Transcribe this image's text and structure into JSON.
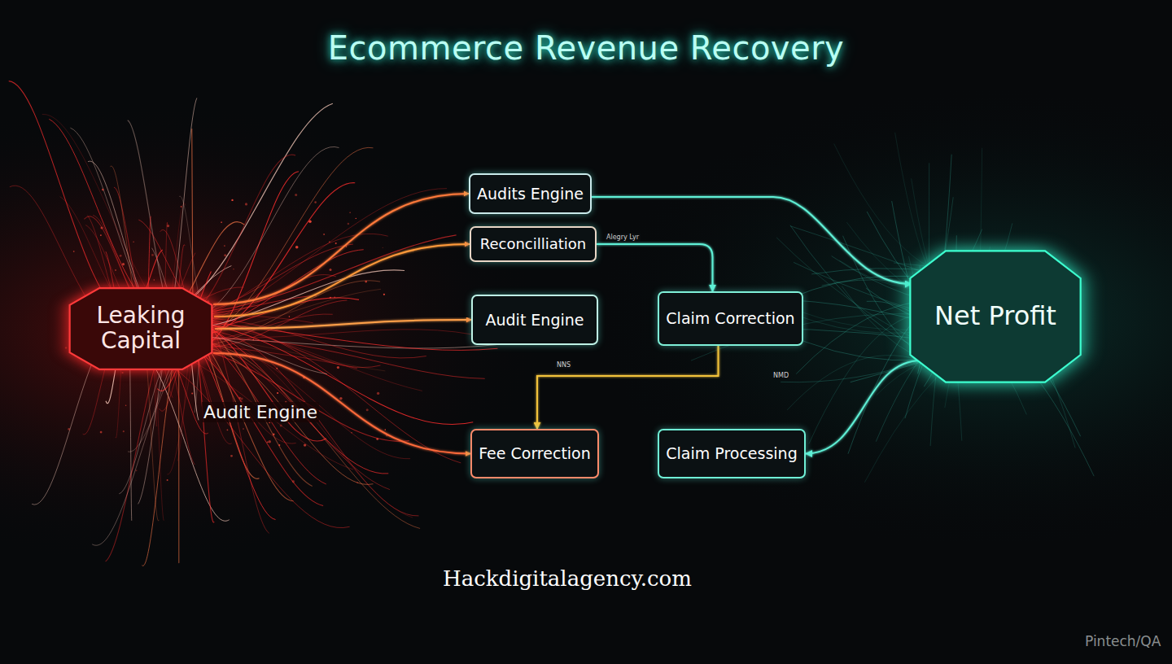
{
  "diagram": {
    "title": "Ecommerce Revenue Recovery",
    "nodes": [
      {
        "text": [
          "Leaking Capital"
        ]
      },
      {
        "text": [
          "Audits Engine"
        ]
      },
      {
        "text": [
          "Reconcilliation"
        ]
      },
      {
        "text": [
          "Audit Engine"
        ]
      },
      {
        "text": [
          "Claim Correction"
        ]
      },
      {
        "text": [
          "Fee Correction"
        ]
      },
      {
        "text": [
          "Claim Processing"
        ]
      },
      {
        "text": [
          "Net Profit"
        ]
      }
    ],
    "edges": [
      {
        "from": 0,
        "to": 1,
        "arrow": "to"
      },
      {
        "from": 0,
        "to": 2,
        "arrow": "to"
      },
      {
        "from": 0,
        "to": 3,
        "arrow": "to"
      },
      {
        "from": 0,
        "to": 5,
        "arrow": "to"
      },
      {
        "from": 1,
        "to": 7,
        "arrow": "to"
      },
      {
        "from": 2,
        "to": 3,
        "arrow": "both"
      },
      {
        "from": 2,
        "to": 4,
        "arrow": "to"
      },
      {
        "from": 3,
        "to": 4,
        "arrow": "both"
      },
      {
        "from": 4,
        "to": 7,
        "arrow": "to"
      },
      {
        "from": 4,
        "to": 5,
        "arrow": "to"
      },
      {
        "from": 5,
        "to": 6,
        "arrow": "both"
      },
      {
        "from": 7,
        "to": 6,
        "arrow": "to"
      }
    ],
    "labels": [
      "Audit Engine",
      "Alegry Lyr",
      "NNS",
      "NMD",
      "Hackdigitalagency.com",
      "Pintech/QA"
    ]
  }
}
